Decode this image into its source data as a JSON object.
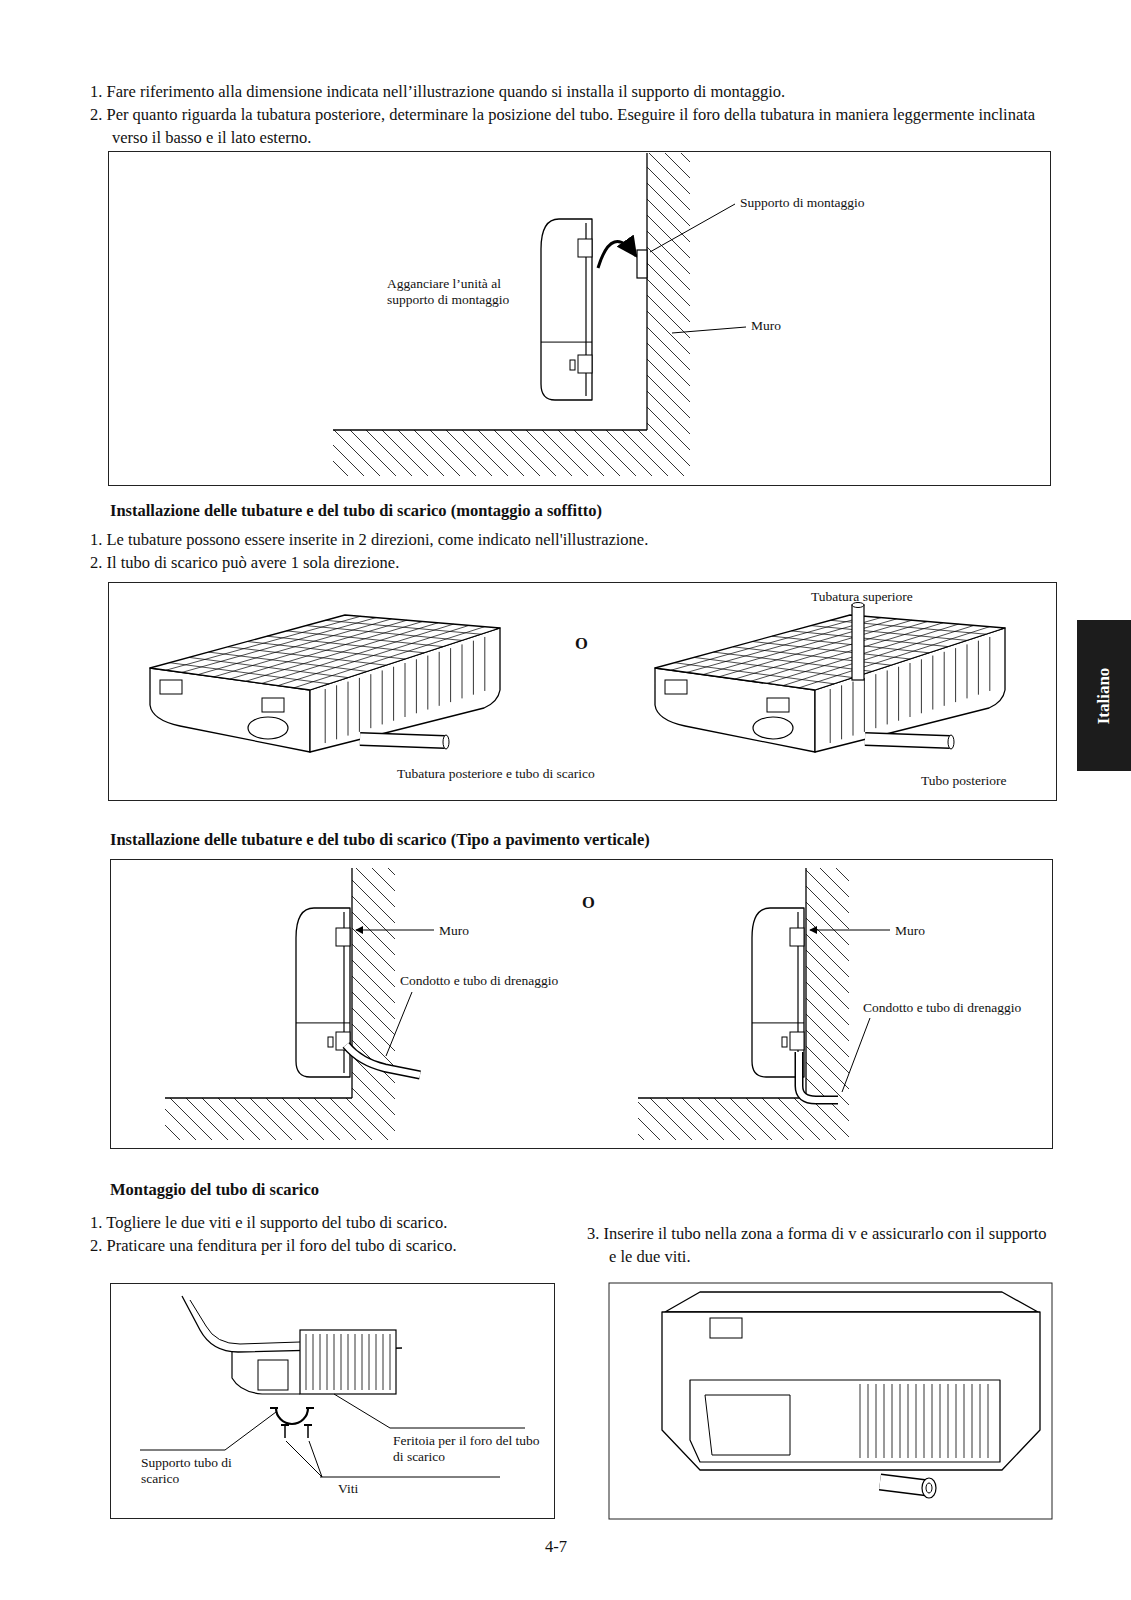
{
  "diagram": {
    "nodes": [
      {
        "text": [
          "Supporto di montaggio",
          "Agganciare l’unità al supporto di montaggio",
          "Muro"
        ]
      },
      {
        "text": [
          "Tubatura superiore",
          "O",
          "Tubatura posteriore e tubo di scarico",
          "Tubo posteriore"
        ]
      },
      {
        "text": [
          "Italiano"
        ]
      },
      {
        "text": [
          "O",
          "Muro",
          "Condotto e tubo di drenaggio",
          "Muro",
          "Condotto e tubo di drenaggio"
        ]
      },
      {
        "text": [
          "Supporto tubo di scarico",
          "Feritoia per il foro del tubo di scarico",
          "Viti"
        ]
      }
    ],
    "labels": [
      "1. Fare riferimento alla dimensione indicata nell’illustrazione quando si installa il supporto di montaggio.",
      "2. Per quanto riguarda la tubatura posteriore, determinare la posizione del tubo. Eseguire il foro della tubatura in maniera leggermente inclinata verso il basso e il lato esterno.",
      "Installazione delle tubature e del tubo di scarico (montaggio a soffitto)",
      "1. Le tubature possono essere inserite in 2 direzioni, come indicato nell'illustrazione.",
      "2. Il tubo di scarico può avere 1 sola direzione.",
      "Installazione delle tubature e del tubo di scarico (Tipo a pavimento verticale)",
      "Montaggio del tubo di scarico",
      "1. Togliere le due viti e il supporto del tubo di scarico.",
      "2. Praticare una fenditura per il foro del tubo di scarico.",
      "3. Inserire il tubo nella zona a forma di v e assicurarlo con il supporto e le due viti.",
      "4-7"
    ]
  }
}
